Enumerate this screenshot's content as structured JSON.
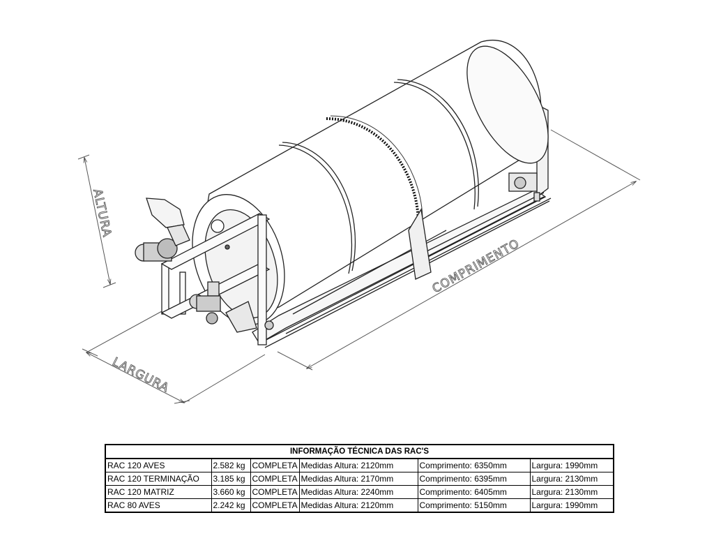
{
  "dimensions": {
    "height_label": "ALTURA",
    "width_label": "LARGURA",
    "length_label": "COMPRIMENTO"
  },
  "table": {
    "title": "INFORMAÇÃO TÉCNICA DAS RAC'S",
    "rows": [
      {
        "model": "RAC 120 AVES",
        "weight": "2.582 kg",
        "type": "COMPLETA",
        "height": "Medidas Altura: 2120mm",
        "length": "Comprimento: 6350mm",
        "width": "Largura: 1990mm"
      },
      {
        "model": "RAC 120 TERMINAÇÃO",
        "weight": "3.185 kg",
        "type": "COMPLETA",
        "height": "Medidas Altura: 2170mm",
        "length": "Comprimento: 6395mm",
        "width": "Largura: 2130mm"
      },
      {
        "model": "RAC 120 MATRIZ",
        "weight": "3.660 kg",
        "type": "COMPLETA",
        "height": "Medidas Altura: 2240mm",
        "length": "Comprimento: 6405mm",
        "width": "Largura: 2130mm"
      },
      {
        "model": "RAC 80 AVES",
        "weight": "2.242 kg",
        "type": "COMPLETA",
        "height": "Medidas Altura: 2120mm",
        "length": "Comprimento: 5150mm",
        "width": "Largura: 1990mm"
      }
    ]
  }
}
